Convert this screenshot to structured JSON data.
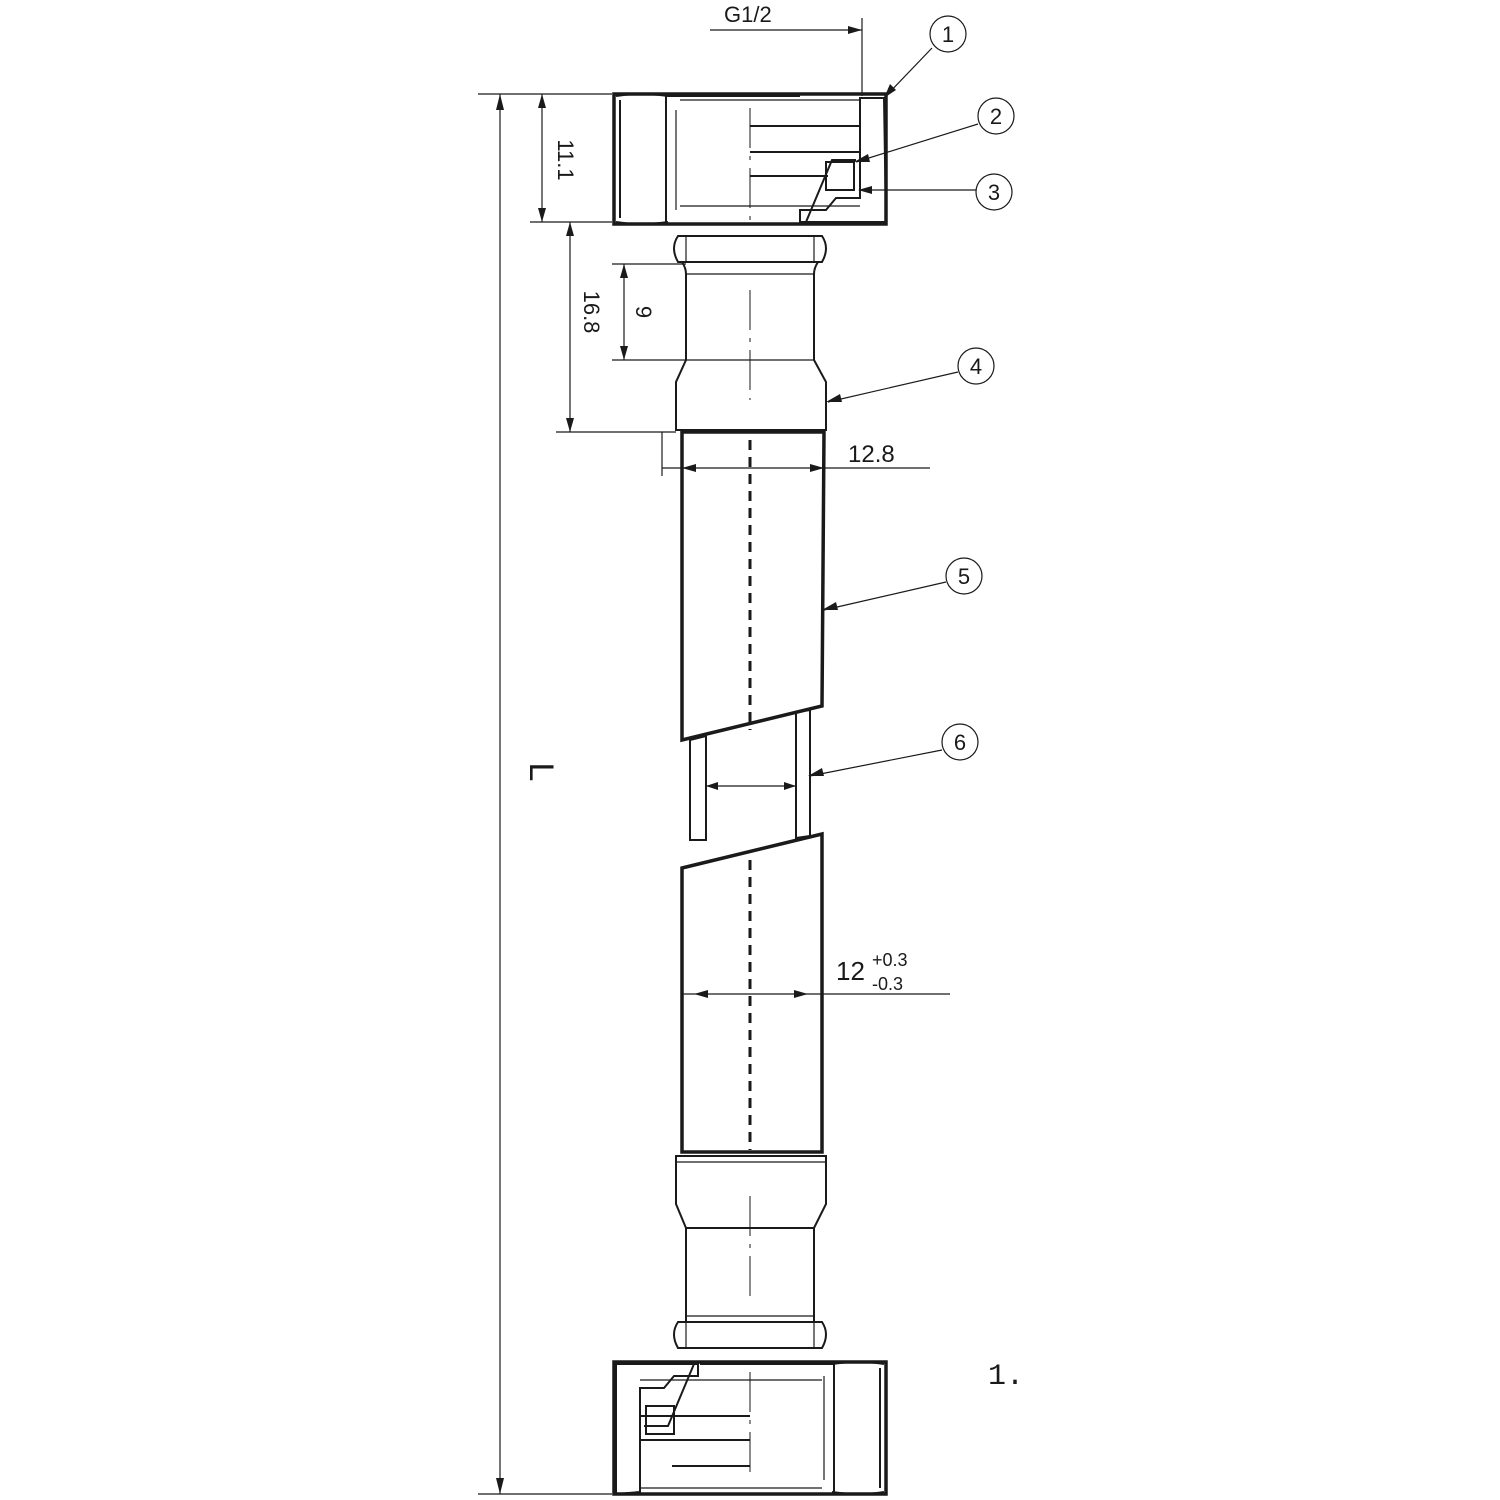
{
  "drawing": {
    "thread_label": "G1/2",
    "dimensions": {
      "nut_height": "11.1",
      "ferrule_length": "16.8",
      "ferrule_neck": "9",
      "braid_outer": "12.8",
      "hose_diameter": "12",
      "tol_plus": "+0.3",
      "tol_minus": "-0.3",
      "overall_length": "L"
    },
    "callouts": [
      "1",
      "2",
      "3",
      "4",
      "5",
      "6"
    ],
    "figure_number": "1."
  }
}
